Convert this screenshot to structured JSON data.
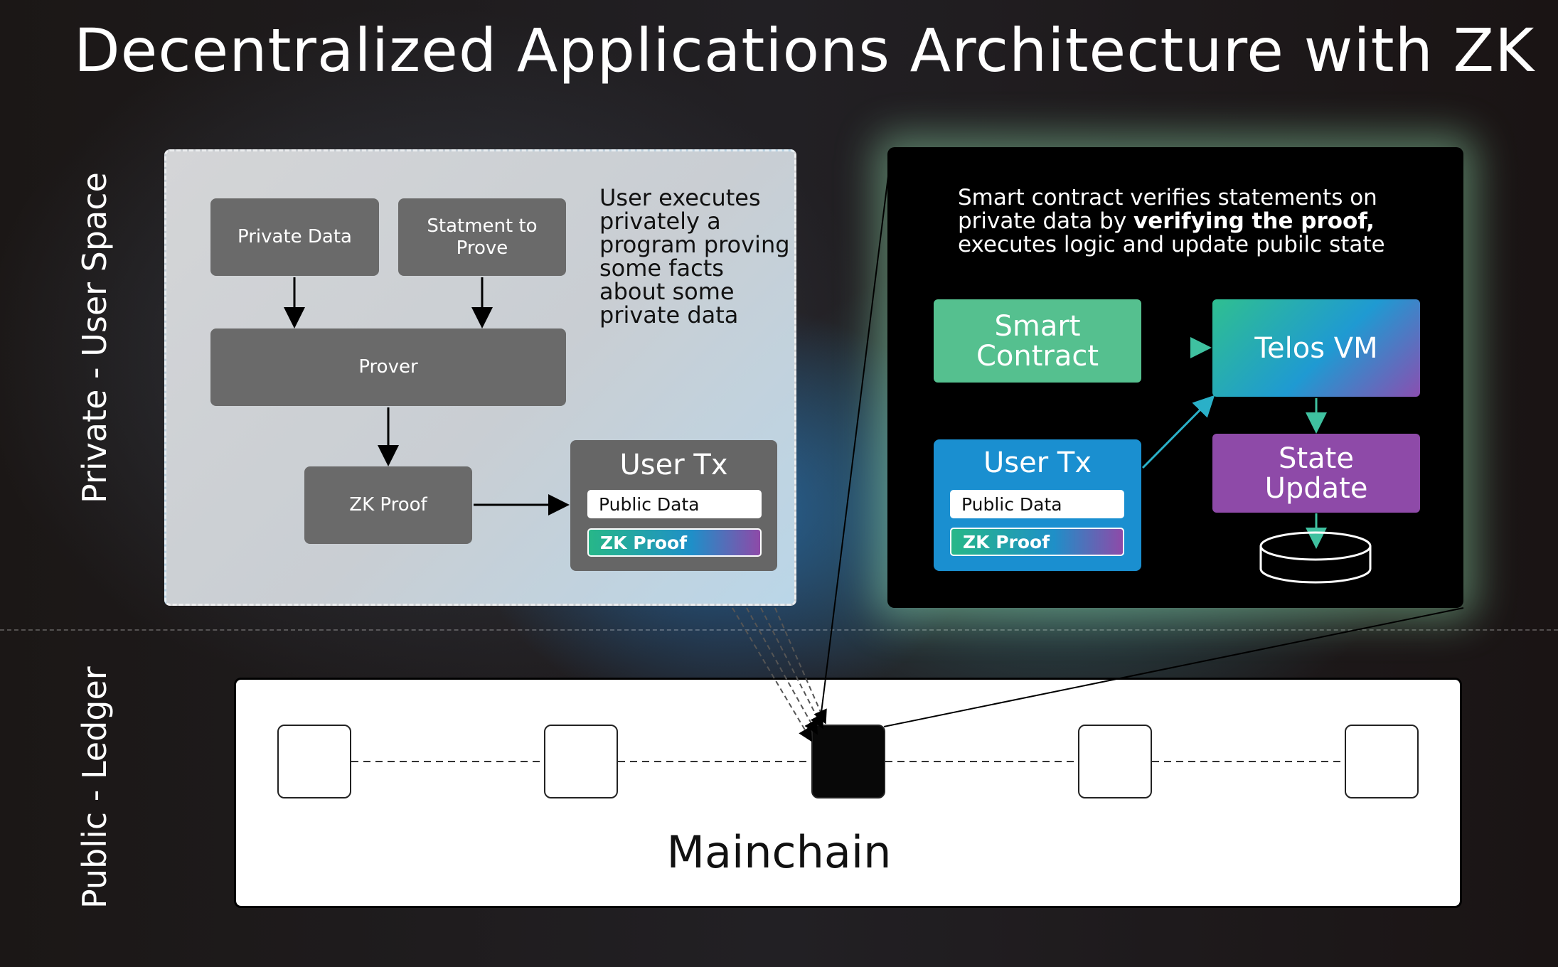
{
  "title": "Decentralized Applications Architecture with ZK",
  "side_labels": {
    "private": "Private - User Space",
    "public": "Public - Ledger"
  },
  "private_panel": {
    "private_data": "Private Data",
    "statement_to_prove": "Statment to Prove",
    "prover": "Prover",
    "zk_proof": "ZK Proof",
    "note": "User executes privately a program proving some facts about some private data",
    "user_tx": {
      "title": "User Tx",
      "public_data": "Public Data",
      "zk_proof": "ZK Proof"
    }
  },
  "public_panel": {
    "text_before": "Smart contract verifies statements on private data by ",
    "text_bold": "verifying the proof,",
    "text_after": " executes logic and update pubilc state",
    "smart_contract": "Smart Contract",
    "telos_vm": "Telos VM",
    "state_update": "State Update",
    "user_tx": {
      "title": "User Tx",
      "public_data": "Public Data",
      "zk_proof": "ZK Proof"
    }
  },
  "ledger": {
    "label": "Mainchain",
    "blocks": 5,
    "active_block_index": 2
  },
  "colors": {
    "smart_contract": "#55c08f",
    "user_tx_blue": "#1a8fd0",
    "state_update": "#8e4aa8",
    "gray_box": "#6a6a6a"
  }
}
